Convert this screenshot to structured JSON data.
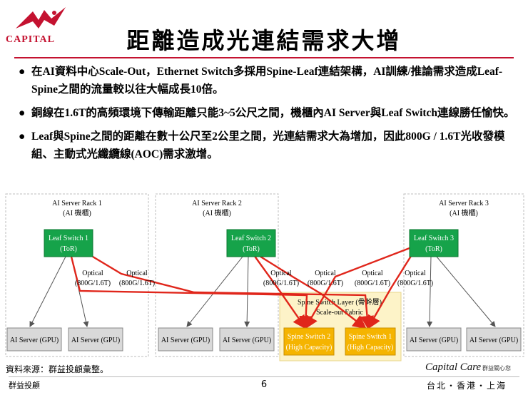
{
  "header": {
    "logo_text": "CAPITAL",
    "title": "距離造成光連結需求大增"
  },
  "bullets": [
    "在AI資料中心Scale-Out，Ethernet Switch多採用Spine-Leaf連結架構，AI訓練/推論需求造成Leaf-Spine之間的流量較以往大幅成長10倍。",
    "銅線在1.6T的高頻環境下傳輸距離只能3~5公尺之間，機櫃內AI Server與Leaf Switch連線勝任愉快。",
    "Leaf與Spine之間的距離在數十公尺至2公里之間，光連結需求大為增加，因此800G / 1.6T光收發模組、主動式光纖纜線(AOC)需求激增。"
  ],
  "bullet_symbol": "●",
  "diagram": {
    "racks": [
      {
        "title": "AI Server Rack 1",
        "subtitle": "(AI 機櫃)",
        "switch_line1": "Leaf Switch 1",
        "switch_line2": "(ToR)"
      },
      {
        "title": "AI Server Rack 2",
        "subtitle": "(AI 機櫃)",
        "switch_line1": "Leaf Switch 2",
        "switch_line2": "(ToR)"
      },
      {
        "title": "AI Server Rack 3",
        "subtitle": "(AI 機櫃)",
        "switch_line1": "Leaf Switch 3",
        "switch_line2": "(ToR)"
      }
    ],
    "server_label": "AI Server (GPU)",
    "optical_label": "Optical",
    "optical_speed": "(800G/1.6T)",
    "spine_layer_line1": "Spine Switch Layer (骨幹層)",
    "spine_layer_line2": "Scale-out Fabric",
    "spines": [
      {
        "line1": "Spine Switch 2",
        "line2": "(High Capacity)"
      },
      {
        "line1": "Spine Switch 1",
        "line2": "(High Capacity)"
      }
    ],
    "colors": {
      "leaf_fill": "#16a34a",
      "leaf_stroke": "#0d7a32",
      "spine_fill": "#f5b400",
      "spine_layer_fill": "#fdf3c8",
      "server_fill": "#d9d9d9",
      "optical_link": "#e0261b"
    }
  },
  "footer": {
    "source": "資料來源：群益投顧彙整。",
    "company": "群益投顧",
    "page_number": "6",
    "brand": "Capital Care",
    "brand_sub": "群益關心您",
    "cities": "台北・香港・上海"
  }
}
